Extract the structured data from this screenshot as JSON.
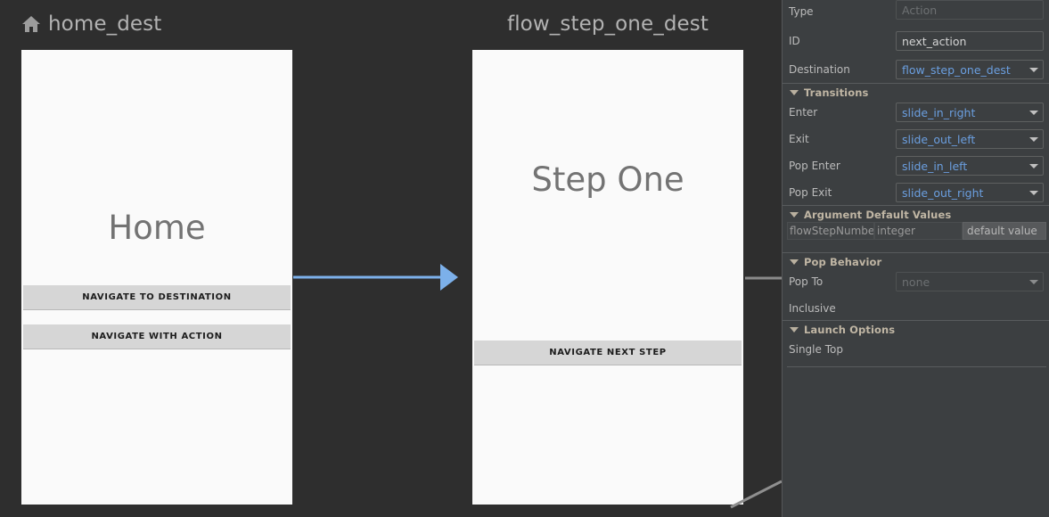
{
  "canvas": {
    "background": "#2e2e2e",
    "destinations": [
      {
        "id": "home_dest",
        "title": "home_dest",
        "icon": "home-icon",
        "screen_label": "Home",
        "buttons": [
          {
            "label": "NAVIGATE TO DESTINATION"
          },
          {
            "label": "NAVIGATE WITH ACTION"
          }
        ]
      },
      {
        "id": "flow_step_one_dest",
        "title": "flow_step_one_dest",
        "icon": "none",
        "screen_label": "Step One",
        "buttons": [
          {
            "label": "NAVIGATE NEXT STEP"
          }
        ]
      }
    ],
    "connections": [
      {
        "name": "home-to-flow-step-one",
        "color": "#7cb0ea",
        "selected": "true"
      },
      {
        "name": "flow-step-one-outgoing",
        "color": "#888888",
        "selected": "false"
      },
      {
        "name": "flow-step-one-diagonal",
        "color": "#8f8f8f",
        "selected": "false"
      }
    ]
  },
  "panel": {
    "accent_link_color": "#6b9fe0",
    "section_header_color": "#c0b6a4",
    "rows": {
      "type": {
        "label": "Type",
        "value": "",
        "placeholder": "Action",
        "readonly": "true"
      },
      "id": {
        "label": "ID",
        "value": "next_action"
      },
      "destination": {
        "label": "Destination",
        "value": "flow_step_one_dest",
        "control": "dropdown"
      }
    },
    "sections": [
      {
        "key": "transitions",
        "title": "Transitions",
        "expanded": "true"
      },
      {
        "key": "argument_default_values",
        "title": "Argument Default Values",
        "expanded": "true"
      },
      {
        "key": "pop_behavior",
        "title": "Pop Behavior",
        "expanded": "true"
      },
      {
        "key": "launch_options",
        "title": "Launch Options",
        "expanded": "true"
      }
    ],
    "transitions": {
      "enter": {
        "label": "Enter",
        "value": "slide_in_right"
      },
      "exit": {
        "label": "Exit",
        "value": "slide_out_left"
      },
      "pop_enter": {
        "label": "Pop Enter",
        "value": "slide_in_left"
      },
      "pop_exit": {
        "label": "Pop Exit",
        "value": "slide_out_right"
      }
    },
    "argument_table": {
      "row": {
        "name": "flowStepNumbe",
        "type": "integer",
        "default": "default value"
      }
    },
    "pop_behavior": {
      "pop_to": {
        "label": "Pop To",
        "value": "",
        "placeholder": "none"
      },
      "inclusive": {
        "label": "Inclusive",
        "state": "indeterminate"
      }
    },
    "launch_options": {
      "single_top": {
        "label": "Single Top",
        "state": "indeterminate"
      }
    }
  }
}
